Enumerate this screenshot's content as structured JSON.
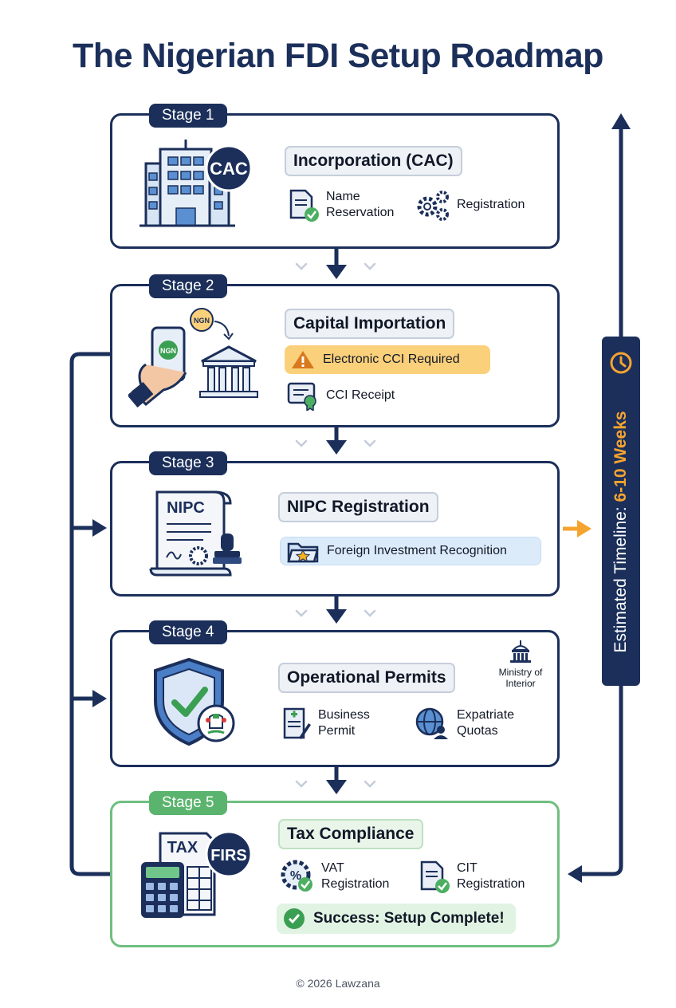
{
  "title": "The Nigerian FDI Setup Roadmap",
  "stages": [
    {
      "tag": "Stage 1",
      "heading": "Incorporation (CAC)",
      "icon_badge": "CAC",
      "icon": "office-building-icon",
      "items": [
        {
          "label": "Name\nReservation",
          "icon": "document-check-icon"
        },
        {
          "label": "Registration",
          "icon": "gears-icon"
        }
      ]
    },
    {
      "tag": "Stage 2",
      "heading": "Capital Importation",
      "icon": "phone-transfer-bank-icon",
      "currency_label": "NGN",
      "warning": "Electronic CCI Required",
      "items": [
        {
          "label": "CCI Receipt",
          "icon": "certificate-icon"
        }
      ]
    },
    {
      "tag": "Stage 3",
      "heading": "NIPC Registration",
      "icon": "nipc-document-stamp-icon",
      "doc_label": "NIPC",
      "info": "Foreign Investment Recognition"
    },
    {
      "tag": "Stage 4",
      "heading": "Operational Permits",
      "icon": "shield-check-icon",
      "ministry": "Ministry of\nInterior",
      "items": [
        {
          "label": "Business\nPermit",
          "icon": "permit-document-icon"
        },
        {
          "label": "Expatriate\nQuotas",
          "icon": "globe-person-icon"
        }
      ]
    },
    {
      "tag": "Stage 5",
      "heading": "Tax Compliance",
      "icon": "calculator-tax-icon",
      "icon_badge": "FIRS",
      "doc_label": "TAX",
      "items": [
        {
          "label": "VAT\nRegistration",
          "icon": "percent-badge-icon"
        },
        {
          "label": "CIT\nRegistration",
          "icon": "document-check-icon"
        }
      ],
      "success": "Success: Setup Complete!"
    }
  ],
  "timeline": {
    "prefix": "Estimated Timeline: ",
    "value": "6-10 Weeks",
    "icon": "clock-icon"
  },
  "footer": "© 2026 Lawzana",
  "colors": {
    "navy": "#1b2f5a",
    "green": "#5bb46d",
    "orange": "#f5a430",
    "warning": "#fbd07a",
    "info": "#dcebfa"
  }
}
